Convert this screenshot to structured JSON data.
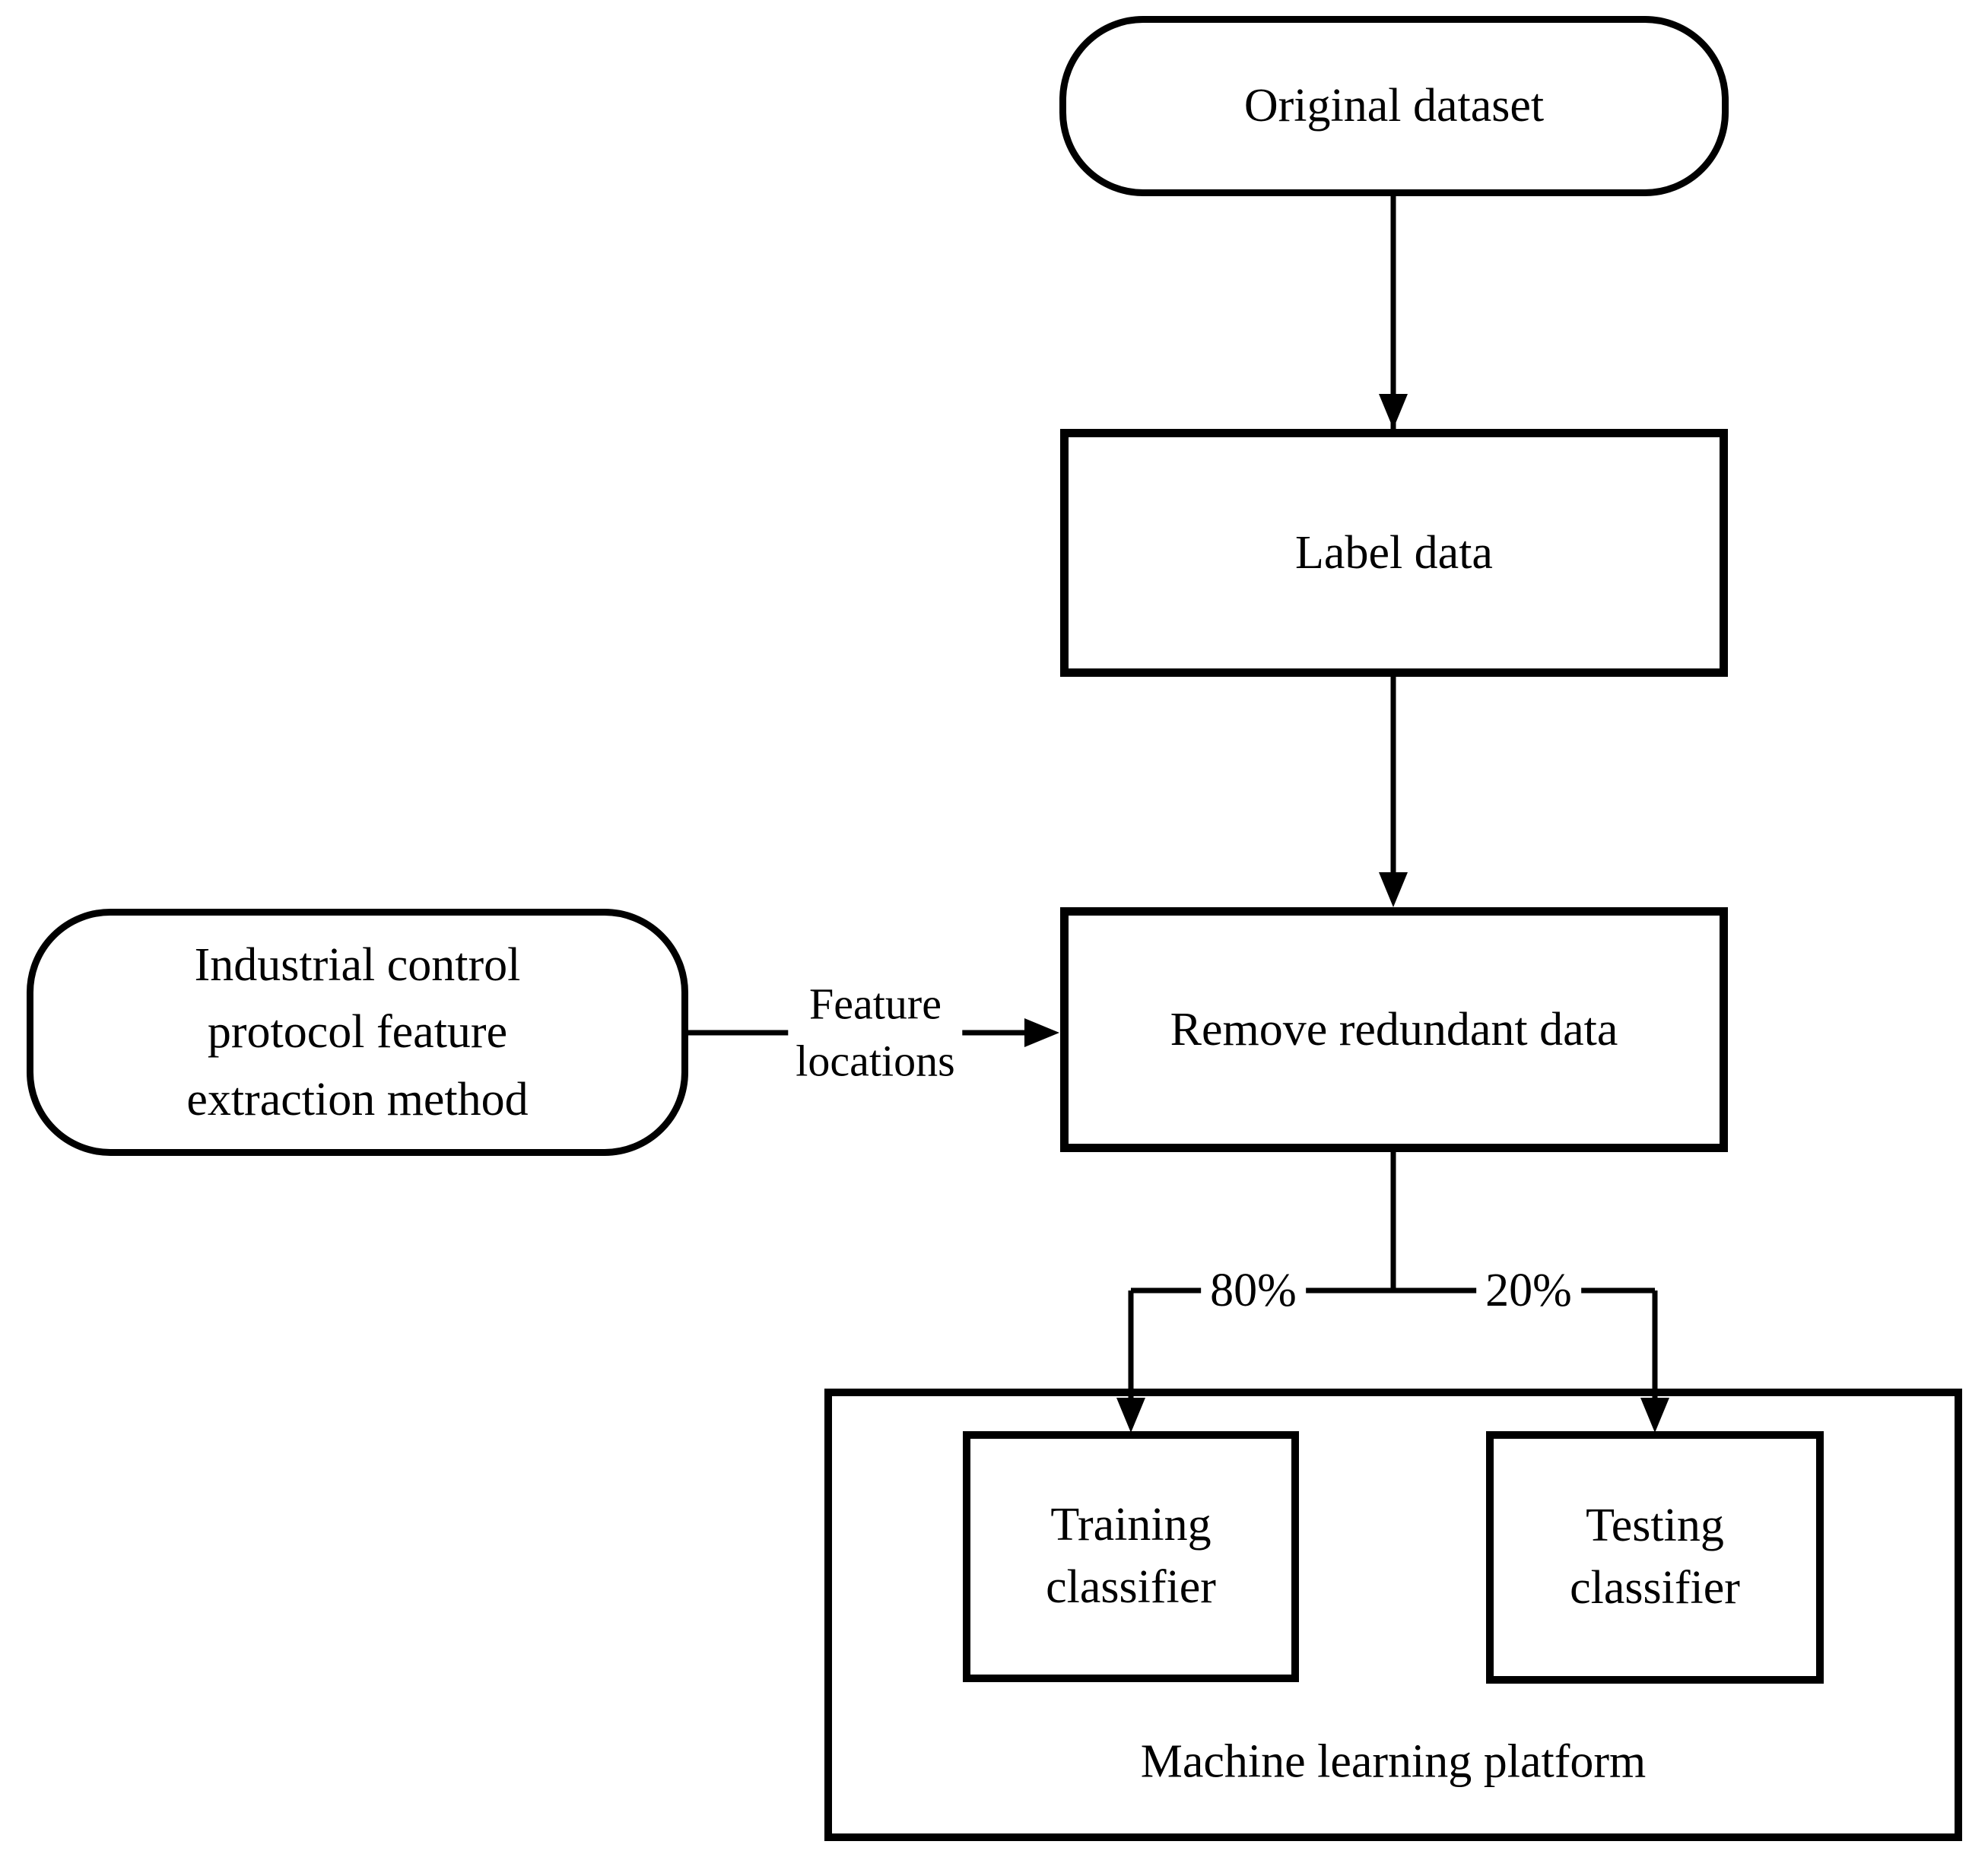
{
  "nodes": {
    "original_dataset": {
      "label": "Original dataset",
      "shape": "stadium"
    },
    "label_data": {
      "label": "Label data",
      "shape": "rect"
    },
    "remove_redundant_data": {
      "label": "Remove redundant data",
      "shape": "rect"
    },
    "feature_extraction_method": {
      "label": "Industrial control\nprotocol feature\nextraction method",
      "shape": "stadium"
    },
    "training_classifier": {
      "label": "Training\nclassifier",
      "shape": "rect"
    },
    "testing_classifier": {
      "label": "Testing\nclassifier",
      "shape": "rect"
    },
    "machine_learning_platform": {
      "label": "Machine learning platform",
      "shape": "container"
    }
  },
  "edge_labels": {
    "feature_locations": "Feature\nlocations",
    "train_split": "80%",
    "test_split": "20%"
  },
  "colors": {
    "stroke": "#000000",
    "background": "#ffffff"
  }
}
